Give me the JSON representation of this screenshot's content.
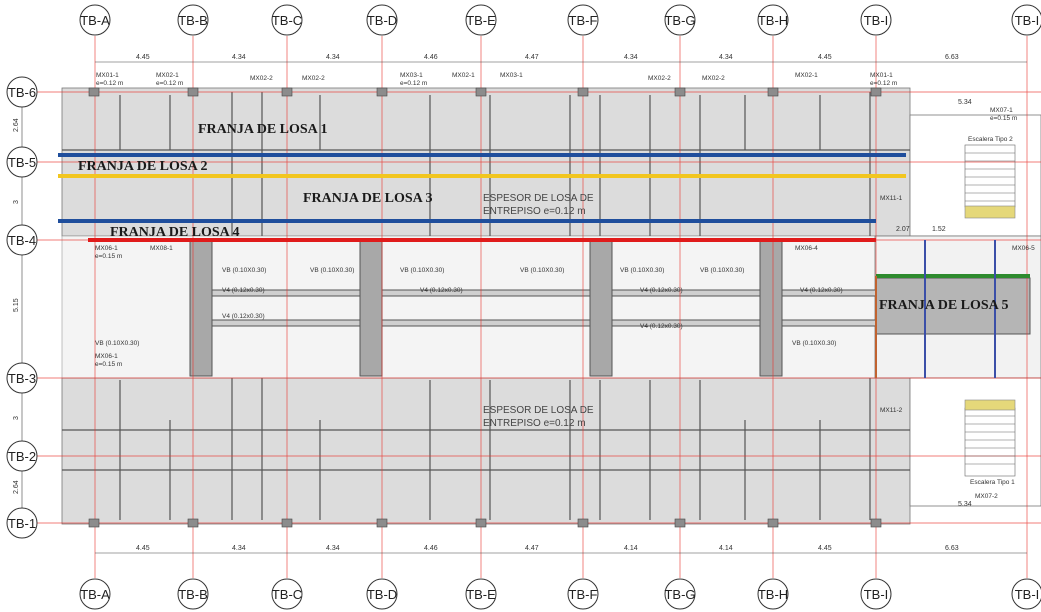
{
  "axes_top": [
    "TB-A",
    "TB-B",
    "TB-C",
    "TB-D",
    "TB-E",
    "TB-F",
    "TB-G",
    "TB-H",
    "TB-I",
    "TB-I"
  ],
  "axes_bottom": [
    "TB-A",
    "TB-B",
    "TB-C",
    "TB-D",
    "TB-E",
    "TB-F",
    "TB-G",
    "TB-H",
    "TB-I",
    "TB-I"
  ],
  "axes_left": [
    "TB-6",
    "TB-5",
    "TB-4",
    "TB-3",
    "TB-2",
    "TB-1"
  ],
  "dims_top": [
    "4.45",
    "4.34",
    "4.46",
    "4.47",
    "4.34",
    "4.45",
    "6.63"
  ],
  "dims_bottom": [
    "4.45",
    "4.34",
    "4.46",
    "4.47",
    "4.14",
    "4.45",
    "6.63"
  ],
  "dims_left": [
    "2.64",
    "3",
    "5.15",
    "3",
    "2.64"
  ],
  "strips": [
    {
      "label": "FRANJA DE LOSA 1",
      "color": ""
    },
    {
      "label": "FRANJA DE LOSA 2",
      "color": "#1f4e9c"
    },
    {
      "label": "FRANJA DE LOSA 3",
      "color": "#f2c61f"
    },
    {
      "label": "FRANJA DE LOSA 4",
      "color": "#1f4e9c"
    },
    {
      "label": "FRANJA DE LOSA 5",
      "color": "#e01b1b"
    },
    {
      "label": "",
      "color": "#2e8b2e"
    }
  ],
  "slab_note_top": [
    "ESPESOR DE LOSA DE",
    "ENTREPISO  e=0.12 m"
  ],
  "slab_note_bottom": [
    "ESPESOR DE LOSA DE",
    "ENTREPISO  e=0.12 m"
  ],
  "beam_labels": [
    "VB (0.10X0.30)",
    "VB (0.10X0.30)",
    "VB (0.10X0.30)",
    "VB (0.10X0.30)",
    "VB (0.10X0.30)",
    "VB (0.10X0.30)",
    "VB (0.10X0.30)",
    "VB (0.10X0.30)"
  ],
  "v4_labels": [
    "V4 (0.12x0.30)",
    "V4 (0.12x0.30)",
    "V4 (0.12x0.30)",
    "V4 (0.12x0.30)",
    "V4 (0.12x0.30)",
    "V4 (0.12x0.30)"
  ],
  "wall_tags_top": [
    "MX01-1",
    "MX02-1",
    "MX02-2",
    "MX02-2",
    "MX03-1",
    "MX02-1",
    "MX03-1",
    "MX02-2",
    "MX02-2",
    "MX02-1",
    "MX01-1"
  ],
  "wall_thickness": "e=0.12 m",
  "wall_tags_mid": [
    "MX06-1",
    "MX08-1",
    "MX06-1",
    "MX06-4",
    "MX06-5"
  ],
  "wall_thickness_mid": "e=0.15 m",
  "stair_labels": [
    "Escalera Tipo 2",
    "Escalera Tipo 1"
  ],
  "stair_misc": [
    "MX07-1",
    "e=0.15 m",
    "5.34",
    "MX07-2",
    "5.34"
  ],
  "right_tags": [
    "MX11-1",
    "MX11-2",
    "2.07",
    "1.52"
  ],
  "colors": {
    "slab": "#dcdcdc",
    "axis_line": "#e8322c",
    "structure": "#555555",
    "column": "#9a9a9a",
    "bubble_line": "#333333"
  }
}
